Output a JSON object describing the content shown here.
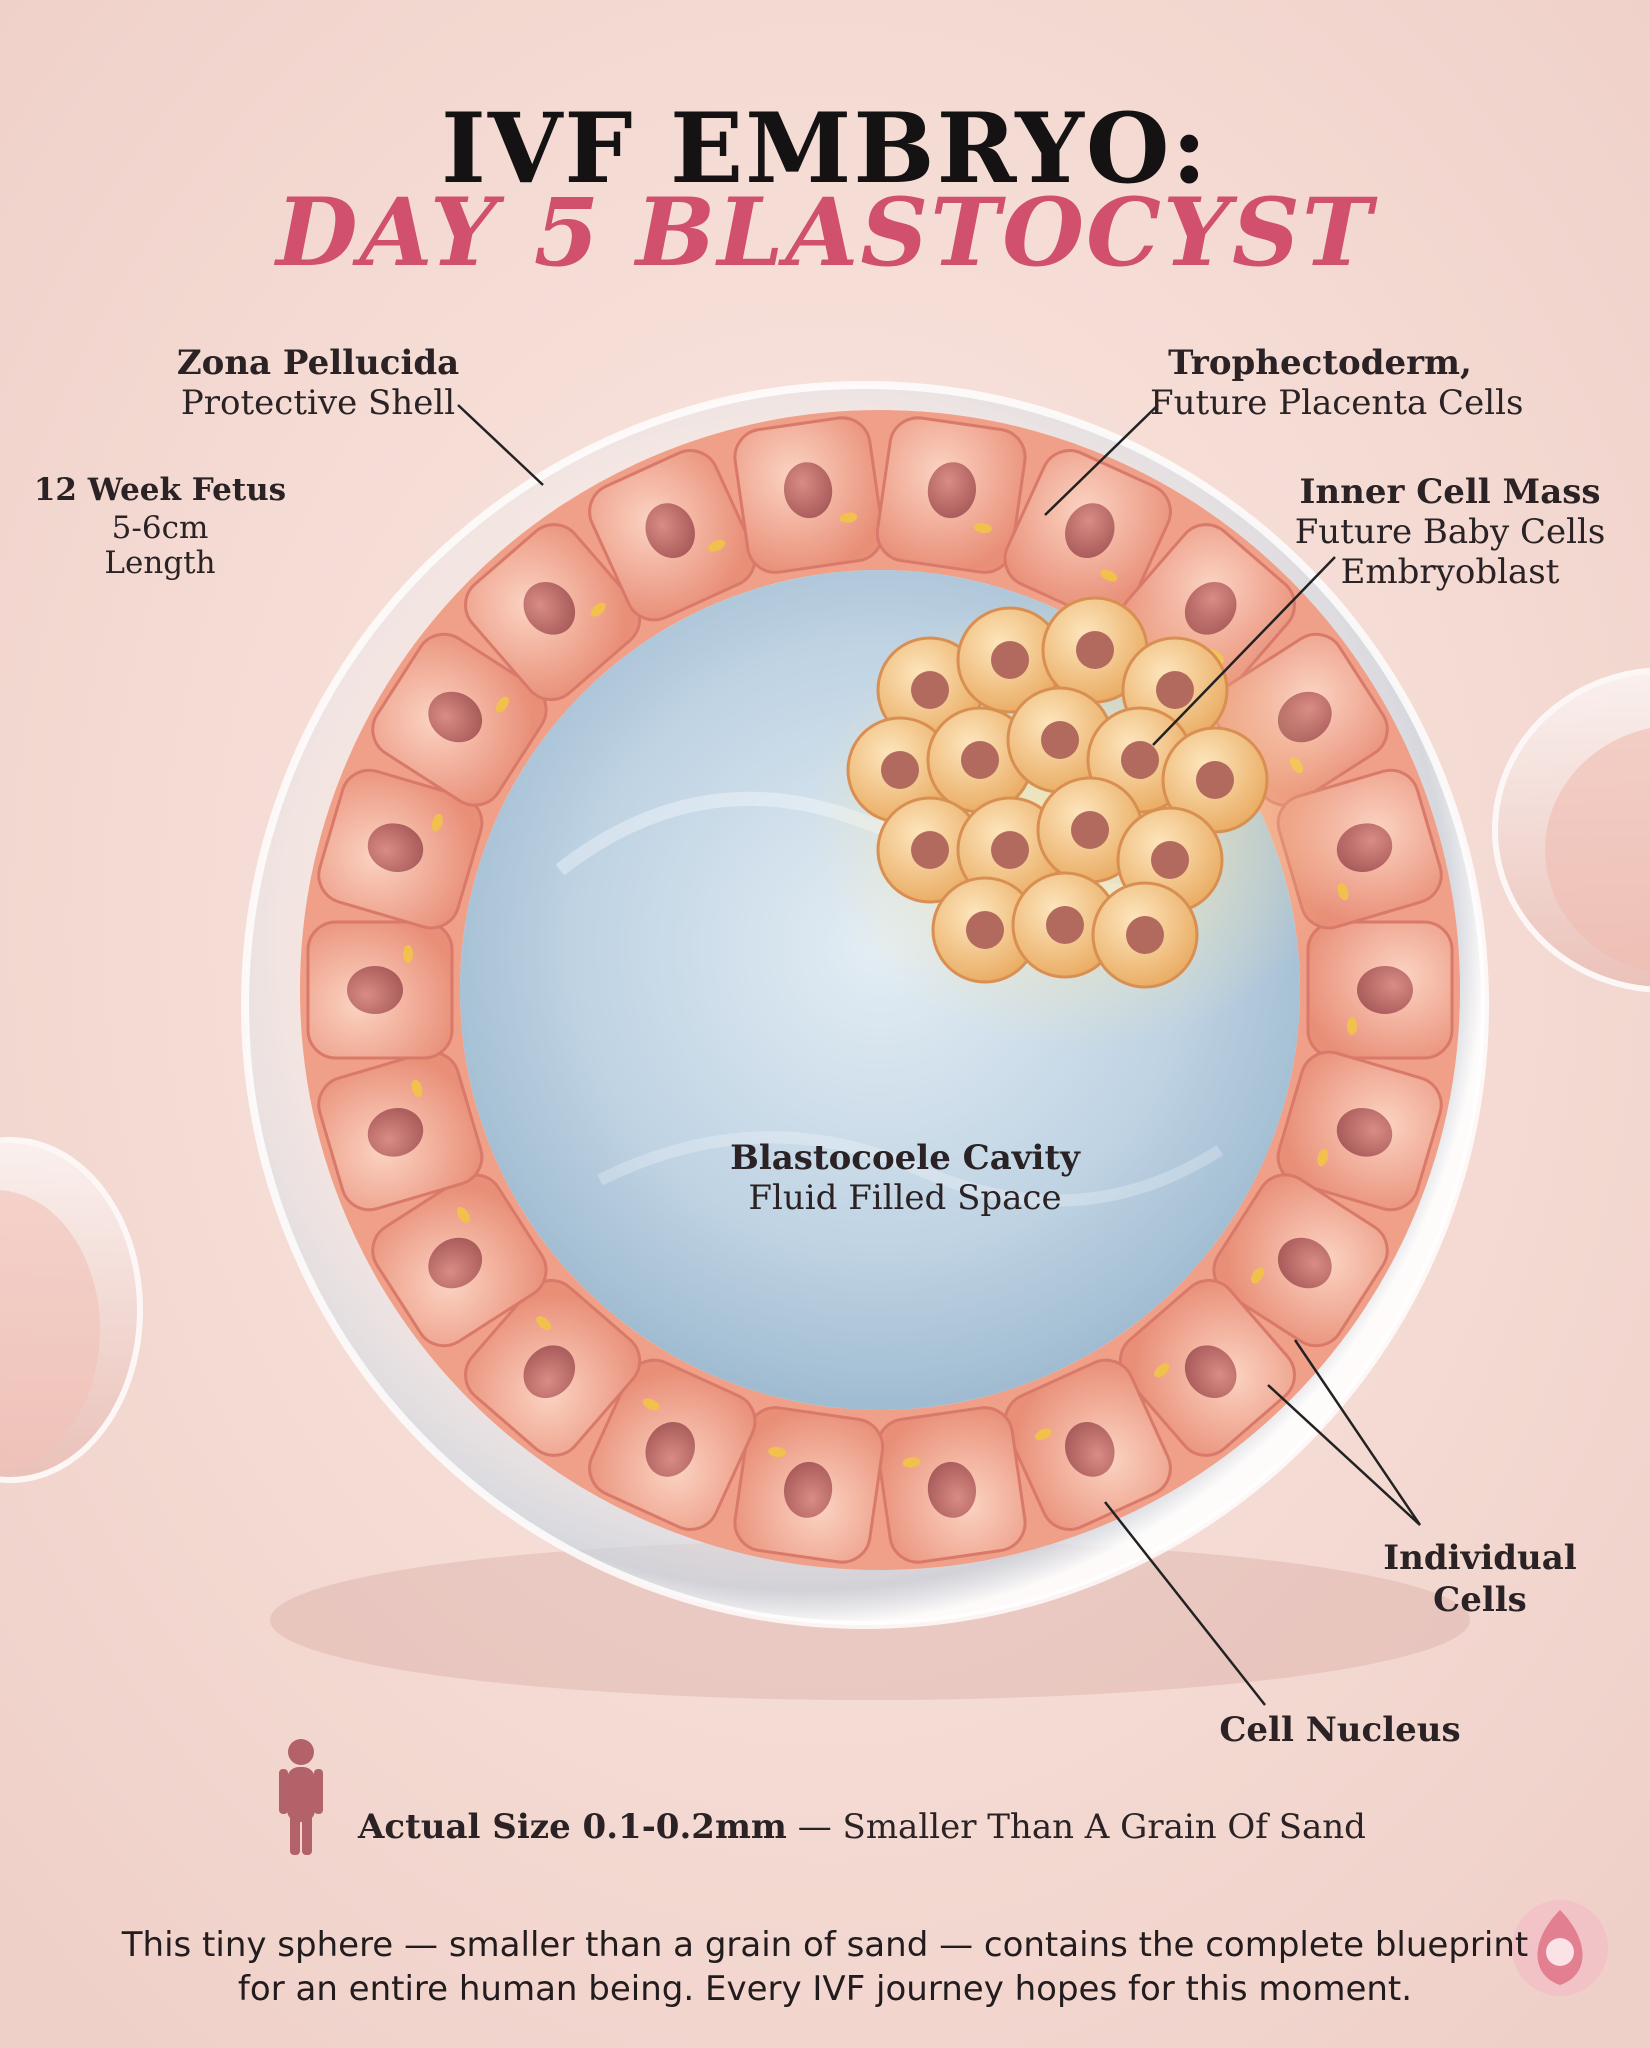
{
  "title": {
    "line1": "IVF EMBRYO:",
    "line2": "DAY 5 BLASTOCYST"
  },
  "labels": {
    "zona": {
      "name": "Zona Pellucida",
      "desc": "Protective Shell"
    },
    "fetus": {
      "name": "12 Week Fetus",
      "line2": "5-6cm",
      "line3": "Length"
    },
    "trophectoderm": {
      "name": "Trophectoderm,",
      "desc": "Future Placenta Cells"
    },
    "inner_cell_mass": {
      "name": "Inner Cell Mass",
      "desc1": "Future Baby Cells",
      "desc2": "Embryoblast"
    },
    "cavity": {
      "name": "Blastocoele Cavity",
      "desc": "Fluid Filled Space"
    },
    "individual_cells": {
      "line1": "Individual",
      "line2": "Cells"
    },
    "nucleus": {
      "name": "Cell Nucleus"
    }
  },
  "size_note": {
    "bold": "Actual Size 0.1-0.2mm",
    "rest": " — Smaller Than A Grain Of Sand"
  },
  "footer": {
    "line1": "This tiny sphere — smaller than a grain of sand — contains the complete blueprint",
    "line2": "for an entire human being. Every IVF journey hopes for this moment."
  },
  "colors": {
    "background": "#f5ddd6",
    "accent": "#d0506e",
    "cell": "#f2a98f",
    "cavity": "#bfd3e3",
    "inner_mass": "#f3c27a"
  },
  "icons": [
    "human-silhouette-icon",
    "fertility-logo-icon"
  ]
}
